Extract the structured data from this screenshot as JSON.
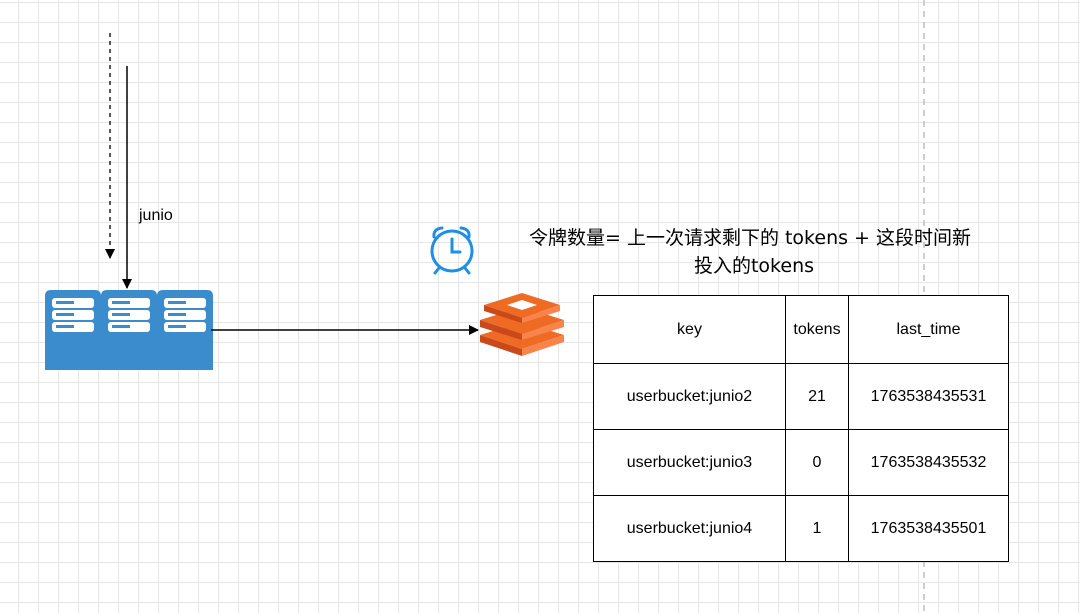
{
  "incoming_label": "junio",
  "formula": {
    "line1": "令牌数量= 上一次请求剩下的 tokens + 这段时间新",
    "line2": "投入的tokens"
  },
  "icons": {
    "server": "server-rack-icon",
    "clock": "alarm-clock-icon",
    "store": "redis-stack-icon"
  },
  "colors": {
    "server": "#3a8ccc",
    "clock": "#1e8ee6",
    "redis": "#ef6a23"
  },
  "table": {
    "headers": [
      "key",
      "tokens",
      "last_time"
    ],
    "rows": [
      [
        "userbucket:junio2",
        "21",
        "1763538435531"
      ],
      [
        "userbucket:junio3",
        "0",
        "1763538435532"
      ],
      [
        "userbucket:junio4",
        "1",
        "1763538435501"
      ]
    ]
  }
}
